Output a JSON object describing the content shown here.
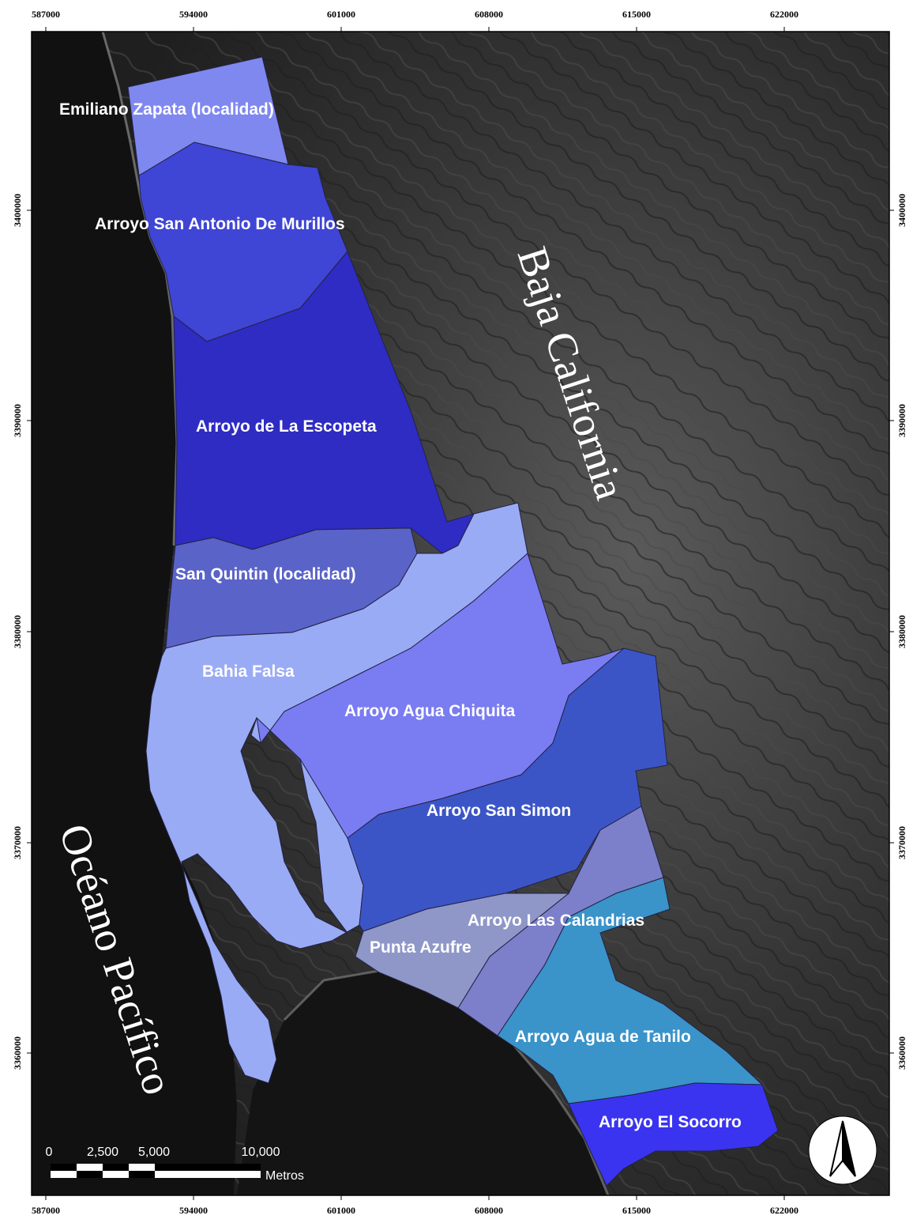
{
  "frame": {
    "x_ticks": [
      "587000",
      "594000",
      "601000",
      "608000",
      "615000",
      "622000"
    ],
    "y_ticks": [
      "3400000",
      "3390000",
      "3380000",
      "3370000",
      "3360000"
    ]
  },
  "regions": {
    "land": "Baja California",
    "ocean": "Océano Pacífico"
  },
  "zones": [
    {
      "name": "Emiliano Zapata (localidad)",
      "color": "#7f88ef"
    },
    {
      "name": "Arroyo San Antonio De Murillos",
      "color": "#3f45d4"
    },
    {
      "name": "Arroyo de La Escopeta",
      "color": "#2e2cc2"
    },
    {
      "name": "San Quintin (localidad)",
      "color": "#5a63c8"
    },
    {
      "name": "Bahia Falsa",
      "color": "#9aabf5"
    },
    {
      "name": "Arroyo Agua Chiquita",
      "color": "#7a7cf2"
    },
    {
      "name": "Arroyo San Simon",
      "color": "#3c55c6"
    },
    {
      "name": "Arroyo Las Calandrias",
      "color": "#7c7fc9"
    },
    {
      "name": "Punta Azufre",
      "color": "#8f97c8"
    },
    {
      "name": "Arroyo Agua de Tanilo",
      "color": "#3a93c9"
    },
    {
      "name": "Arroyo El Socorro",
      "color": "#3a34f0"
    }
  ],
  "scale_bar": {
    "labels": [
      "0",
      "2,500",
      "5,000",
      "10,000"
    ],
    "unit": "Metros"
  },
  "north_arrow": {
    "icon": "north-arrow-icon"
  }
}
